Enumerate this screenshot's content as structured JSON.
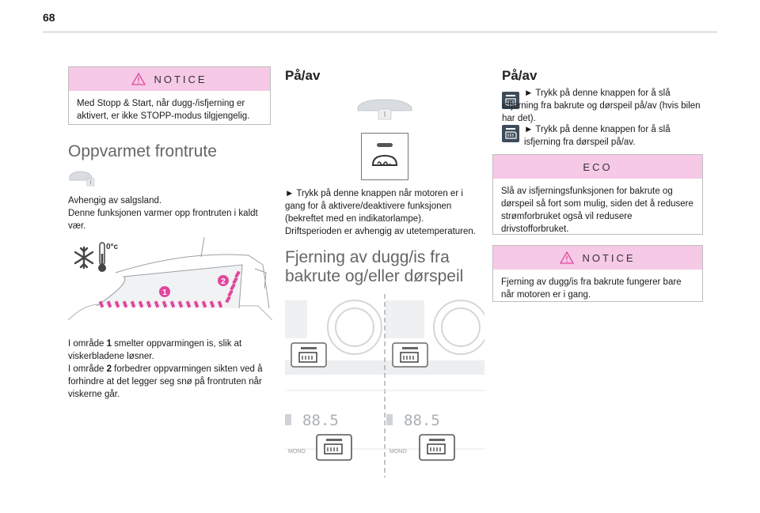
{
  "page": {
    "number": "68"
  },
  "col1": {
    "notice": {
      "label": "NOTICE",
      "text": "Med Stopp & Start, når dugg-/isfjerning er aktivert, er ikke STOPP-modus tilgjengelig."
    },
    "heading": "Oppvarmet frontrute",
    "para1_line1": "Avhengig av salgsland.",
    "para1_line2": "Denne funksjonen varmer opp frontruten i kaldt vær.",
    "illustration": {
      "temp_label": "0°c",
      "zone1": "1",
      "zone2": "2"
    },
    "para2": {
      "l1_pre": "I område ",
      "l1_num": "1",
      "l1_post": " smelter oppvarmingen is, slik at viskerbladene løsner.",
      "l2_pre": "I område ",
      "l2_num": "2",
      "l2_post": " forbedrer oppvarmingen sikten ved å forhindre at det legger seg snø på frontruten når viskerne går."
    }
  },
  "col2": {
    "heading": "På/av",
    "instruction": "► Trykk på denne knappen når motoren er i gang for å aktivere/deaktivere funksjonen (bekreftet med en indikatorlampe).",
    "note": "Driftsperioden er avhengig av utetemperaturen.",
    "heading2": "Fjerning av dugg/is fra bakrute og/eller dørspeil",
    "illustration": {
      "display_left": "88.5",
      "display_right": "88.5",
      "mono_left": "MONO",
      "mono_right": "MONO"
    }
  },
  "col3": {
    "heading": "På/av",
    "item1": "► Trykk på denne knappen for å slå isfjerning fra bakrute og dørspeil på/av (hvis bilen har det).",
    "item2": "► Trykk på denne knappen for å slå isfjerning fra dørspeil på/av.",
    "eco": {
      "label": "ECO",
      "text": "Slå av isfjerningsfunksjonen for bakrute og dørspeil så fort som mulig, siden det å redusere strømforbruket også vil redusere drivstofforbruket."
    },
    "notice": {
      "label": "NOTICE",
      "text": "Fjerning av dugg/is fra bakrute fungerer bare når motoren er i gang."
    }
  },
  "colors": {
    "pink": "#f6c9e6",
    "magenta": "#e0479e",
    "icon_dark": "#3d4c5a"
  }
}
